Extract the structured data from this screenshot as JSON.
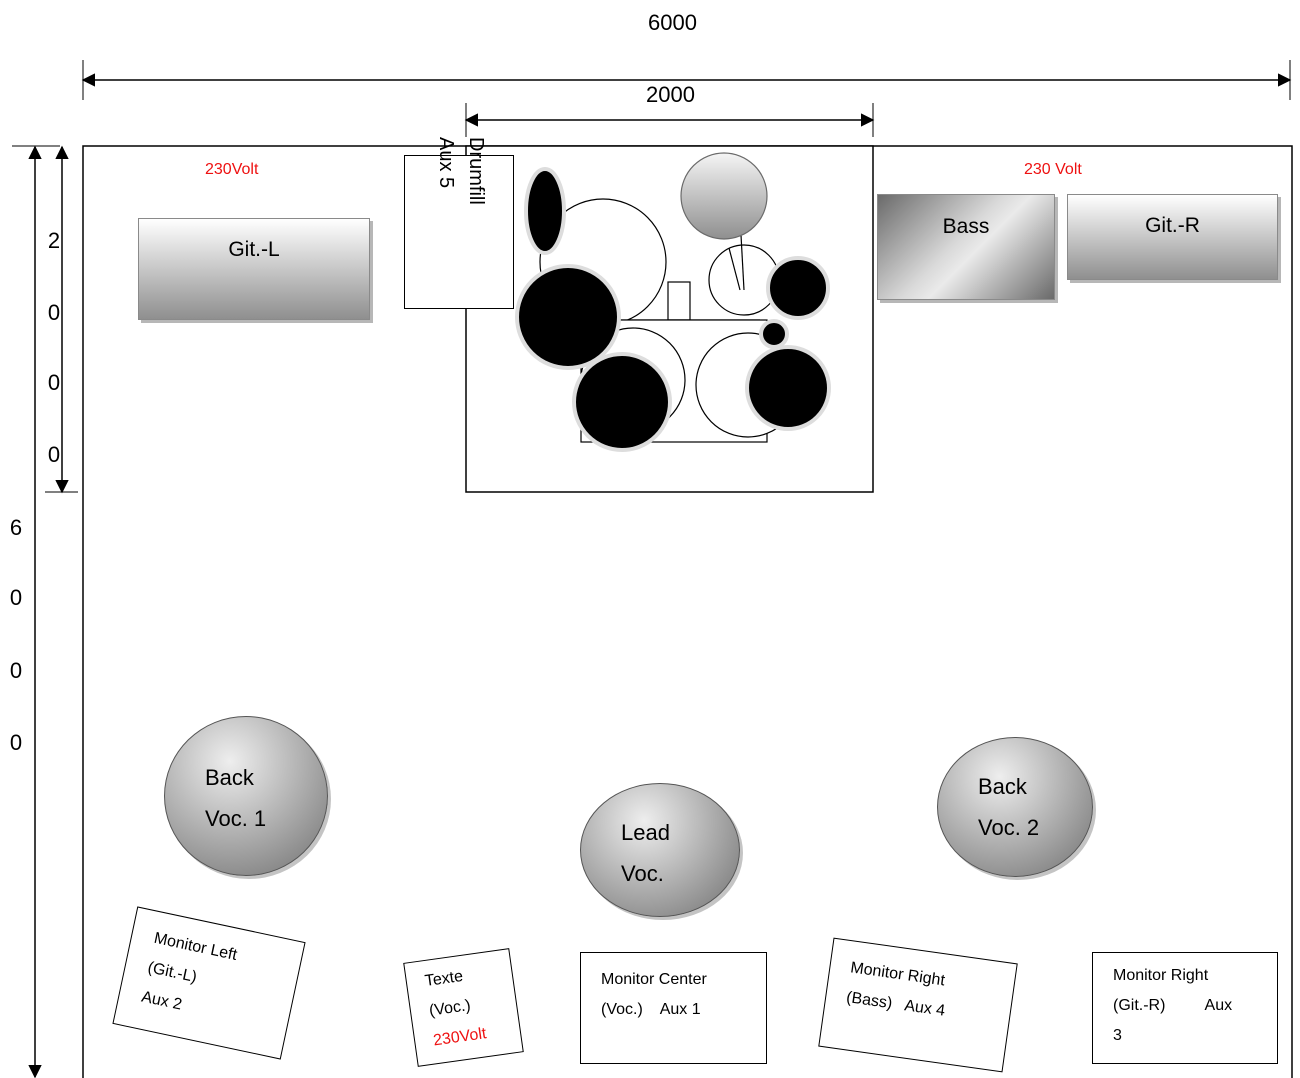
{
  "dimensions": {
    "stage_width": "6000",
    "drum_riser_width": "2000",
    "drum_riser_depth_digits": [
      "2",
      "0",
      "0",
      "0"
    ],
    "stage_depth_digits": [
      "6",
      "0",
      "0",
      "0"
    ]
  },
  "power": {
    "left": "230Volt",
    "right": "230 Volt"
  },
  "amps": {
    "git_l": "Git.-L",
    "bass": "Bass",
    "git_r": "Git.-R"
  },
  "drumfill": {
    "line1": "Drumfill",
    "line2": "Aux 5"
  },
  "mics": {
    "back_voc_1": [
      "Back",
      "Voc. 1"
    ],
    "lead_voc": [
      "Lead",
      "Voc."
    ],
    "back_voc_2": [
      "Back",
      "Voc. 2"
    ]
  },
  "monitors": {
    "left": [
      "Monitor Left",
      "(Git.-L)",
      "Aux 2"
    ],
    "texte": [
      "Texte",
      "(Voc.)",
      "230Volt"
    ],
    "center": [
      "Monitor Center",
      "(Voc.)    Aux 1"
    ],
    "right_bass": [
      "Monitor Right",
      "(Bass)   Aux 4"
    ],
    "right_git": [
      "Monitor Right",
      "(Git.-R)         Aux",
      "3"
    ]
  },
  "colors": {
    "power_label": "#ee1111",
    "line": "#000000"
  }
}
